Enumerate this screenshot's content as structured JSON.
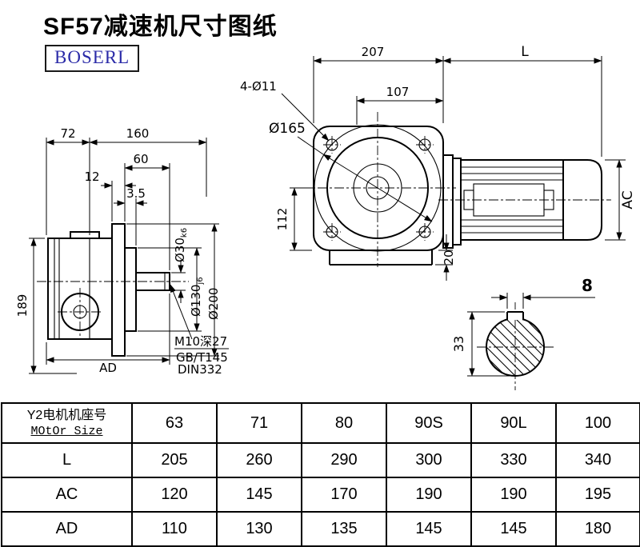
{
  "page": {
    "title": "SF57减速机尺寸图纸",
    "logo_text": "BOSERL"
  },
  "side_view": {
    "dim_72": "72",
    "dim_160": "160",
    "dim_60": "60",
    "dim_12": "12",
    "dim_3_5": "3.5",
    "dim_189": "189",
    "dim_ad": "AD",
    "dia_shaft": "Ø30",
    "dia_shaft_tol": "k6",
    "dia_spigot": "Ø130",
    "dia_spigot_tol": "j6",
    "dia_flange": "Ø200",
    "note_line1": "M10深27",
    "note_line2": "GB/T145",
    "note_line3": "DIN332"
  },
  "front_view": {
    "dim_207": "207",
    "dim_l": "L",
    "dim_bolt_holes": "4-Ø11",
    "dim_107": "107",
    "dia_165": "Ø165",
    "dim_112": "112",
    "dim_20": "20",
    "dim_ac": "AC"
  },
  "section_view": {
    "dim_8": "8",
    "dim_33": "33"
  },
  "table": {
    "header": {
      "label_cn": "Y2电机机座号",
      "label_en": "MOtOr Size",
      "values": [
        "63",
        "71",
        "80",
        "90S",
        "90L",
        "100"
      ]
    },
    "rows": [
      {
        "label": "L",
        "values": [
          "205",
          "260",
          "290",
          "300",
          "330",
          "340"
        ]
      },
      {
        "label": "AC",
        "values": [
          "120",
          "145",
          "170",
          "190",
          "190",
          "195"
        ]
      },
      {
        "label": "AD",
        "values": [
          "110",
          "130",
          "135",
          "145",
          "145",
          "180"
        ]
      }
    ]
  }
}
